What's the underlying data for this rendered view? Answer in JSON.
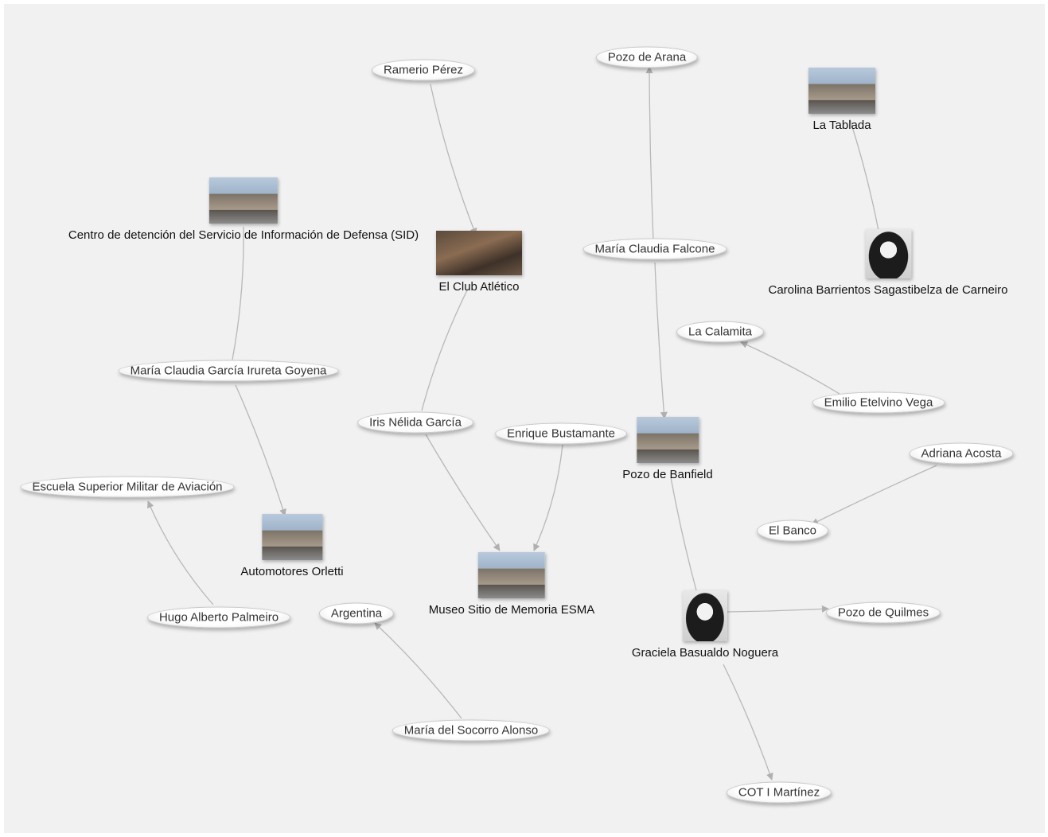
{
  "nodes": [
    {
      "id": "ramerio",
      "label": "Ramerio Pérez",
      "kind": "ellipse"
    },
    {
      "id": "arana",
      "label": "Pozo de Arana",
      "kind": "ellipse"
    },
    {
      "id": "tablada",
      "label": "La Tablada",
      "kind": "image",
      "image": "building-photo"
    },
    {
      "id": "sid",
      "label": "Centro de detención del Servicio de Información de Defensa (SID)",
      "kind": "image",
      "image": "building-photo"
    },
    {
      "id": "club",
      "label": "El Club Atlético",
      "kind": "image",
      "image": "site-photo"
    },
    {
      "id": "falcone",
      "label": "María Claudia Falcone",
      "kind": "ellipse"
    },
    {
      "id": "carolina",
      "label": "Carolina Barrientos Sagastibelza de Carneiro",
      "kind": "image",
      "image": "portrait-photo"
    },
    {
      "id": "calamita",
      "label": "La Calamita",
      "kind": "ellipse"
    },
    {
      "id": "garcia",
      "label": "María Claudia García Irureta Goyena",
      "kind": "ellipse"
    },
    {
      "id": "emilio",
      "label": "Emilio Etelvino Vega",
      "kind": "ellipse"
    },
    {
      "id": "iris",
      "label": "Iris Nélida García",
      "kind": "ellipse"
    },
    {
      "id": "enrique",
      "label": "Enrique Bustamante",
      "kind": "ellipse"
    },
    {
      "id": "banfield",
      "label": "Pozo de Banfield",
      "kind": "image",
      "image": "building-photo"
    },
    {
      "id": "adriana",
      "label": "Adriana Acosta",
      "kind": "ellipse"
    },
    {
      "id": "escuela",
      "label": "Escuela Superior Militar de Aviación",
      "kind": "ellipse"
    },
    {
      "id": "banco",
      "label": "El Banco",
      "kind": "ellipse"
    },
    {
      "id": "orletti",
      "label": "Automotores Orletti",
      "kind": "image",
      "image": "building-photo"
    },
    {
      "id": "esma",
      "label": "Museo Sitio de Memoria ESMA",
      "kind": "image",
      "image": "building-photo"
    },
    {
      "id": "graciela",
      "label": "Graciela Basualdo Noguera",
      "kind": "image",
      "image": "portrait-photo"
    },
    {
      "id": "quilmes",
      "label": "Pozo de Quilmes",
      "kind": "ellipse"
    },
    {
      "id": "hugo",
      "label": "Hugo Alberto Palmeiro",
      "kind": "ellipse"
    },
    {
      "id": "argentina",
      "label": "Argentina",
      "kind": "ellipse"
    },
    {
      "id": "socorro",
      "label": "María del Socorro Alonso",
      "kind": "ellipse"
    },
    {
      "id": "cot",
      "label": "COT I Martínez",
      "kind": "ellipse"
    }
  ],
  "edges": [
    {
      "from": "ramerio",
      "to": "club",
      "arrow": true
    },
    {
      "from": "falcone",
      "to": "arana",
      "arrow": true
    },
    {
      "from": "falcone",
      "to": "banfield",
      "arrow": true
    },
    {
      "from": "carolina",
      "to": "tablada",
      "arrow": false
    },
    {
      "from": "garcia",
      "to": "sid",
      "arrow": false
    },
    {
      "from": "garcia",
      "to": "orletti",
      "arrow": true
    },
    {
      "from": "iris",
      "to": "club",
      "arrow": false
    },
    {
      "from": "iris",
      "to": "esma",
      "arrow": true
    },
    {
      "from": "enrique",
      "to": "esma",
      "arrow": true
    },
    {
      "from": "emilio",
      "to": "calamita",
      "arrow": true
    },
    {
      "from": "adriana",
      "to": "banco",
      "arrow": true
    },
    {
      "from": "graciela",
      "to": "banfield",
      "arrow": false
    },
    {
      "from": "graciela",
      "to": "quilmes",
      "arrow": true
    },
    {
      "from": "graciela",
      "to": "cot",
      "arrow": true
    },
    {
      "from": "hugo",
      "to": "escuela",
      "arrow": true
    },
    {
      "from": "socorro",
      "to": "argentina",
      "arrow": true
    }
  ],
  "colors": {
    "background": "#f1f1f2",
    "edge": "#b8b8b8"
  }
}
